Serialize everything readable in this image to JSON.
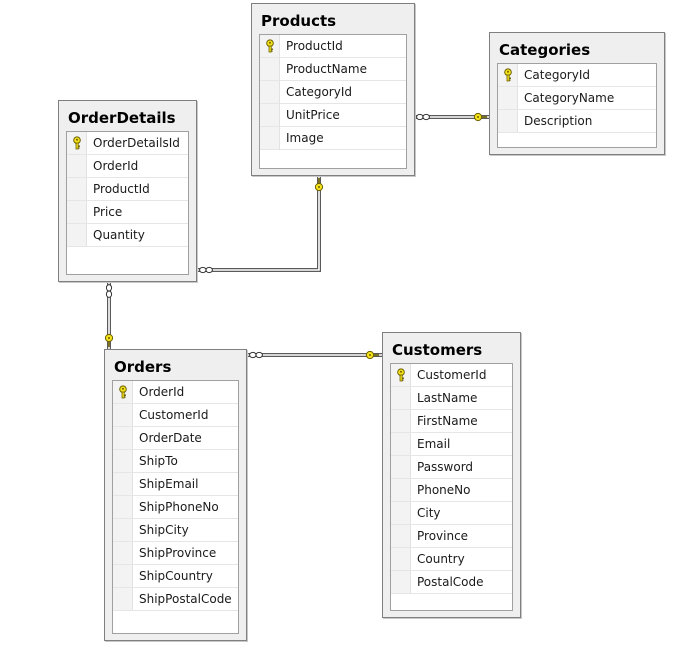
{
  "colors": {
    "key_fill": "#f5e21a",
    "key_stroke": "#6b6000",
    "line": "#5a5a5a"
  },
  "tables": [
    {
      "id": "products",
      "title": "Products",
      "columns": [
        {
          "name": "ProductId",
          "pk": true
        },
        {
          "name": "ProductName"
        },
        {
          "name": "CategoryId"
        },
        {
          "name": "UnitPrice"
        },
        {
          "name": "Image"
        }
      ]
    },
    {
      "id": "categories",
      "title": "Categories",
      "columns": [
        {
          "name": "CategoryId",
          "pk": true
        },
        {
          "name": "CategoryName"
        },
        {
          "name": "Description"
        }
      ]
    },
    {
      "id": "orderdetails",
      "title": "OrderDetails",
      "columns": [
        {
          "name": "OrderDetailsId",
          "pk": true
        },
        {
          "name": "OrderId"
        },
        {
          "name": "ProductId"
        },
        {
          "name": "Price"
        },
        {
          "name": "Quantity"
        }
      ]
    },
    {
      "id": "orders",
      "title": "Orders",
      "columns": [
        {
          "name": "OrderId",
          "pk": true
        },
        {
          "name": "CustomerId"
        },
        {
          "name": "OrderDate"
        },
        {
          "name": "ShipTo"
        },
        {
          "name": "ShipEmail"
        },
        {
          "name": "ShipPhoneNo"
        },
        {
          "name": "ShipCity"
        },
        {
          "name": "ShipProvince"
        },
        {
          "name": "ShipCountry"
        },
        {
          "name": "ShipPostalCode"
        }
      ]
    },
    {
      "id": "customers",
      "title": "Customers",
      "columns": [
        {
          "name": "CustomerId",
          "pk": true
        },
        {
          "name": "LastName"
        },
        {
          "name": "FirstName"
        },
        {
          "name": "Email"
        },
        {
          "name": "Password"
        },
        {
          "name": "PhoneNo"
        },
        {
          "name": "City"
        },
        {
          "name": "Province"
        },
        {
          "name": "Country"
        },
        {
          "name": "PostalCode"
        }
      ]
    }
  ],
  "relationships": [
    {
      "from": "products",
      "to": "categories",
      "from_end": "many",
      "to_end": "one"
    },
    {
      "from": "orderdetails",
      "to": "products",
      "from_end": "many",
      "to_end": "one"
    },
    {
      "from": "orderdetails",
      "to": "orders",
      "from_end": "many",
      "to_end": "one"
    },
    {
      "from": "orders",
      "to": "customers",
      "from_end": "many",
      "to_end": "one"
    }
  ]
}
